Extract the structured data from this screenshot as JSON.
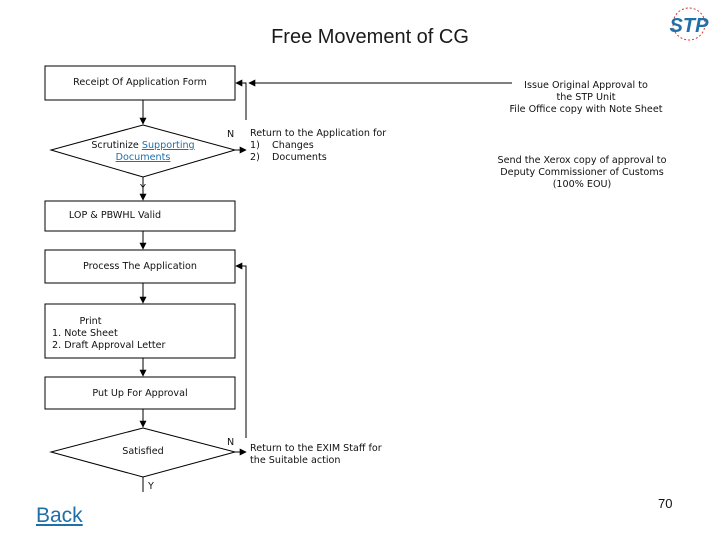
{
  "slide": {
    "title": "Free Movement of CG",
    "back_link": "Back",
    "page_number": "70",
    "logo_text": "STP"
  },
  "flowchart": {
    "receipt": "Receipt Of Application Form",
    "scrutinize_prefix": "Scrutinize ",
    "scrutinize_link_1": "Supporting",
    "scrutinize_link_2": "Documents",
    "n_label_1": "N",
    "return_application": "Return to the Application for\n1)    Changes\n2)    Documents",
    "y_label_1": "Y",
    "lop_valid": "LOP & PBWHL Valid",
    "process": "Process The Application",
    "print": "         Print\n1. Note Sheet\n2. Draft Approval Letter",
    "put_up": "Put Up For Approval",
    "satisfied": "Satisfied",
    "n_label_2": "N",
    "return_exim": "Return to the EXIM Staff for\nthe Suitable action",
    "y_label_2": "Y",
    "issue_original": "Issue Original Approval to\nthe STP Unit\nFile Office copy with Note Sheet",
    "send_xerox": "Send the Xerox copy of approval to\nDeputy Commissioner of Customs\n(100% EOU)"
  }
}
